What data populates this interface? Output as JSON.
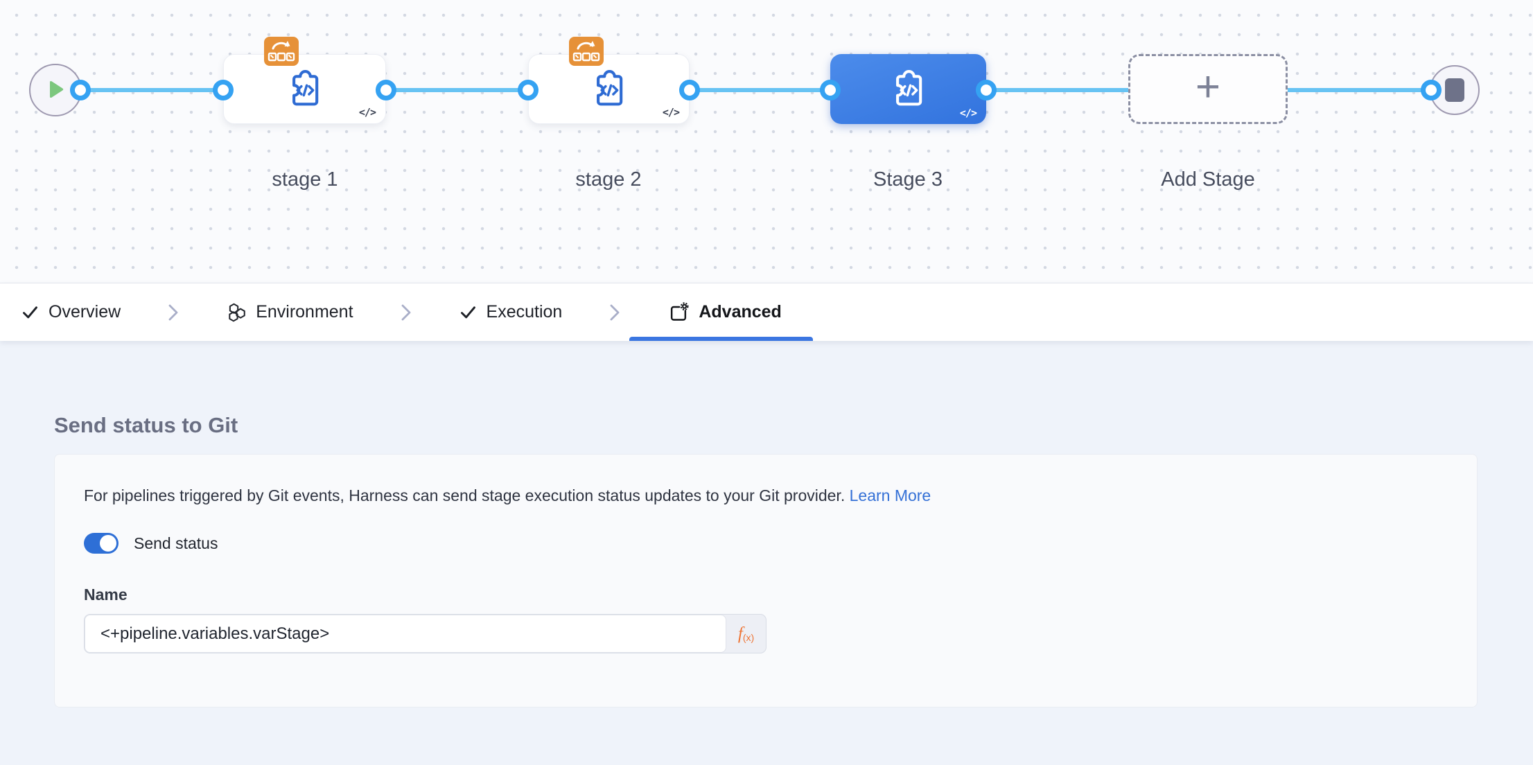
{
  "canvas": {
    "stages": [
      {
        "label": "stage 1",
        "selected": false,
        "badge": true
      },
      {
        "label": "stage 2",
        "selected": false,
        "badge": true
      },
      {
        "label": "Stage 3",
        "selected": true,
        "badge": false
      },
      {
        "label": "Add Stage",
        "type": "add-stage"
      }
    ],
    "code_glyph": "</>",
    "add_stage_plus": "+"
  },
  "tabs": [
    {
      "label": "Overview",
      "icon": "check-icon",
      "active": false
    },
    {
      "label": "Environment",
      "icon": "hexagons-icon",
      "active": false
    },
    {
      "label": "Execution",
      "icon": "check-icon",
      "active": false
    },
    {
      "label": "Advanced",
      "icon": "panel-gear-icon",
      "active": true
    }
  ],
  "panel": {
    "heading": "Send status to Git",
    "description": "For pipelines triggered by Git events, Harness can send stage execution status updates to your Git provider.",
    "learn_more": "Learn More",
    "toggle_label": "Send status",
    "toggle_on": true,
    "name_label": "Name",
    "name_value": "<+pipeline.variables.varStage>",
    "fx": {
      "f": "f",
      "sub": "(x)"
    }
  },
  "colors": {
    "connector_blue": "#67c3f3",
    "port_ring_blue": "#35a2f2",
    "selected_stage_blue": "#3273de",
    "tab_underline_blue": "#3b76e1",
    "toggle_blue": "#2e6fd6",
    "link_blue": "#3470d6",
    "fx_orange": "#ee7434",
    "badge_orange": "#e69138",
    "play_green": "#7cc77e",
    "page_bg": "#eff3fa",
    "card_bg": "#f9fafc"
  }
}
